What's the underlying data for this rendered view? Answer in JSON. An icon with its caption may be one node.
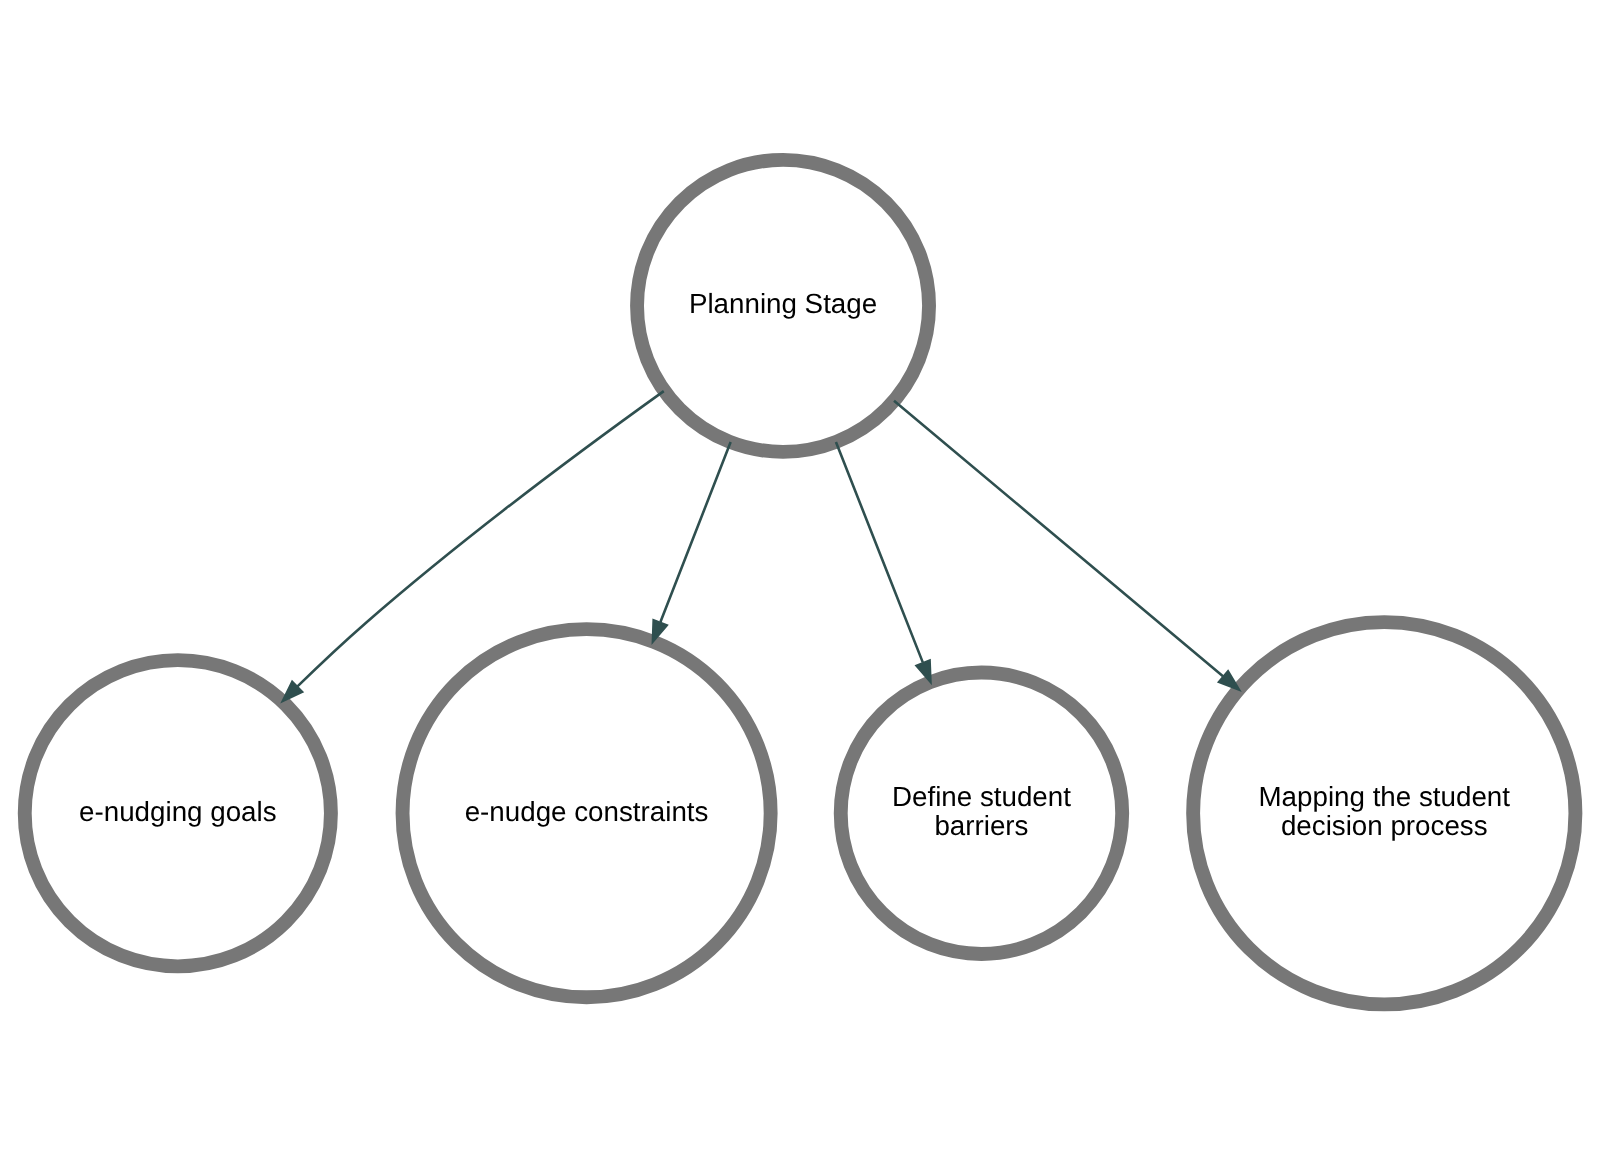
{
  "diagram": {
    "nodes": [
      {
        "text": [
          "Planning Stage"
        ]
      },
      {
        "text": [
          "e-nudging goals"
        ]
      },
      {
        "text": [
          "e-nudge constraints"
        ]
      },
      {
        "text": [
          "Define student barriers"
        ]
      },
      {
        "text": [
          "Mapping the student decision process"
        ]
      }
    ],
    "edges": [
      {
        "from": 0,
        "to": 1,
        "arrow": "to"
      },
      {
        "from": 0,
        "to": 2,
        "arrow": "to"
      },
      {
        "from": 0,
        "to": 3,
        "arrow": "to"
      },
      {
        "from": 0,
        "to": 4,
        "arrow": "to"
      }
    ]
  }
}
